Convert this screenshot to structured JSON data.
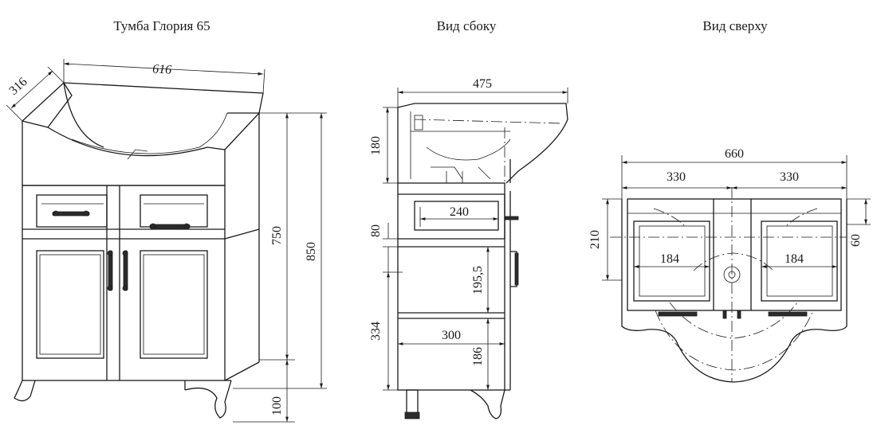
{
  "titles": {
    "front": "Тумба Глория 65",
    "side": "Вид сбоку",
    "top": "Вид сверху"
  },
  "front_view": {
    "width": "616",
    "depth": "316",
    "height_body": "750",
    "height_total": "850",
    "legs": "100"
  },
  "side_view": {
    "depth_total": "475",
    "sink_height": "180",
    "drawer_depth": "240",
    "drawer_height": "80",
    "drawer_to_shelf": "195,5",
    "cabinet_depth": "300",
    "lower_height": "334",
    "shelf_height": "186"
  },
  "top_view": {
    "width_total": "660",
    "half_left": "330",
    "half_right": "330",
    "depth_left": "210",
    "drawer_left": "184",
    "drawer_right": "184",
    "offset_right": "60"
  }
}
